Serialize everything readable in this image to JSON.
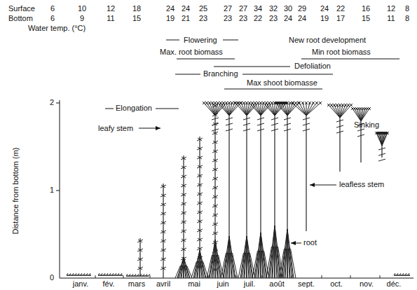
{
  "diagram": {
    "labels": [
      "Surface",
      "6",
      "10",
      "12",
      "18",
      "24",
      "24",
      "25",
      "27",
      "27",
      "34",
      "32",
      "30",
      "29",
      "24",
      "22",
      "16",
      "12",
      "8",
      "Bottom",
      "6",
      "9",
      "11",
      "15",
      "19",
      "21",
      "23",
      "23",
      "23",
      "22",
      "23",
      "24",
      "24",
      "19",
      "17",
      "15",
      "11",
      "8",
      "Water temp. (°C)",
      "Flowering",
      "New root development",
      "Max. root biomass",
      "Min root biomass",
      "Defoliation",
      "Branching",
      "Max shoot biomasse",
      "Elongation",
      "Sinking",
      "leafy stem",
      "leafless stem",
      "root",
      "Distance from bottom (m)",
      "2",
      "1",
      "0",
      "janv.",
      "fév.",
      "mars",
      "avril",
      "mai",
      "juin",
      "juil.",
      "août",
      "sept.",
      "oct.",
      "nov.",
      "déc."
    ]
  }
}
